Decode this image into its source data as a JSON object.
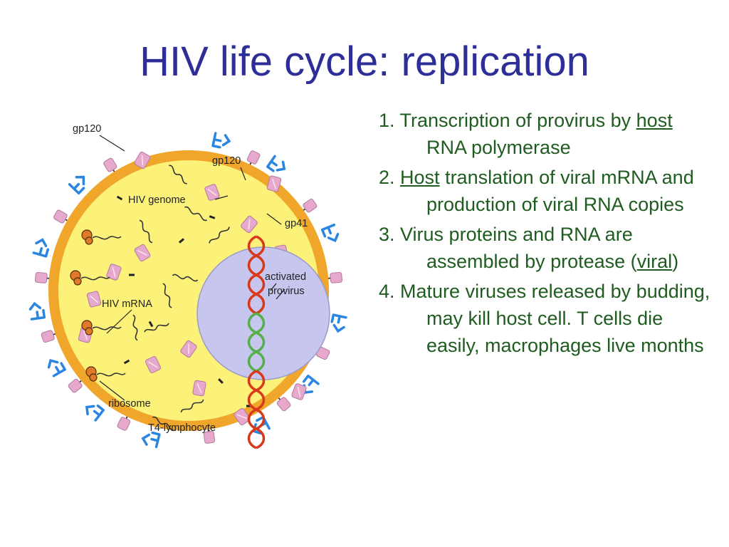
{
  "slide": {
    "title": "HIV life cycle: replication",
    "colors": {
      "title": "#2e2e99",
      "body_text": "#1f5c1f",
      "cell_fill": "#fcf27a",
      "cell_border": "#f0a62a",
      "nucleus_fill": "#c6c6ee",
      "receptor": "#2a86e0",
      "virus_protein": "#e6a8cc",
      "provirus_red": "#d9391b",
      "provirus_green": "#55b04a",
      "ribosome": "#e07a2a"
    }
  },
  "diagram": {
    "labels": {
      "gp120_outer": "gp120",
      "gp120_inner": "gp120",
      "hiv_genome": "HIV genome",
      "gp41": "gp41",
      "activated_line1": "activated",
      "activated_line2": "provirus",
      "hiv_mrna": "HIV mRNA",
      "ribosome": "ribosome",
      "t4_lymphocyte": "T4-lymphocyte"
    },
    "icons": [
      "cd4-receptor-icon",
      "gp120-glycoprotein-icon",
      "ribosome-icon",
      "provirus-helix-icon"
    ]
  },
  "steps": [
    {
      "num": "1. ",
      "parts": [
        {
          "t": "Transcription of provirus by "
        },
        {
          "t": "host",
          "u": true
        },
        {
          "t": " RNA polymerase"
        }
      ]
    },
    {
      "num": "2. ",
      "parts": [
        {
          "t": "Host",
          "u": true
        },
        {
          "t": " translation of viral mRNA and production of viral RNA copies"
        }
      ]
    },
    {
      "num": "3. ",
      "parts": [
        {
          "t": "Virus proteins and RNA are assembled by protease ("
        },
        {
          "t": "viral",
          "u": true
        },
        {
          "t": ")"
        }
      ]
    },
    {
      "num": "4. ",
      "parts": [
        {
          "t": "Mature viruses released by budding, may kill host cell. T cells die easily, macrophages live months"
        }
      ]
    }
  ]
}
